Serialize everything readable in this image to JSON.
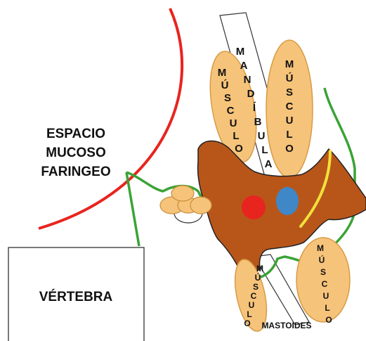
{
  "labels": {
    "espacio": [
      "ESPACIO",
      "MUCOSO",
      "FARINGEO"
    ],
    "vertebra": "VÉRTEBRA",
    "mandibula": [
      "M",
      "A",
      "N",
      "D",
      "Í",
      "B",
      "U",
      "L",
      "A"
    ],
    "musculo_left": [
      "M",
      "Ú",
      "S",
      "C",
      "U",
      "L",
      "O"
    ],
    "musculo_right": [
      "M",
      "Ú",
      "S",
      "C",
      "U",
      "L",
      "O"
    ],
    "musculo_lower_right": [
      "M",
      "Ú",
      "S",
      "C",
      "U",
      "L",
      "O"
    ],
    "musculo_small": [
      "M",
      "Ú",
      "S",
      "C",
      "U",
      "L",
      "O"
    ],
    "mastoides": "MASTOIDES"
  },
  "colors": {
    "arc_red": "#e8241f",
    "outline_green": "#3aa335",
    "parotid_brown": "#b8561a",
    "muscle_fill": "#f6c37a",
    "red_dot": "#e8241f",
    "blue_dot": "#3f87c7",
    "yellow_line": "#f2e13a"
  }
}
